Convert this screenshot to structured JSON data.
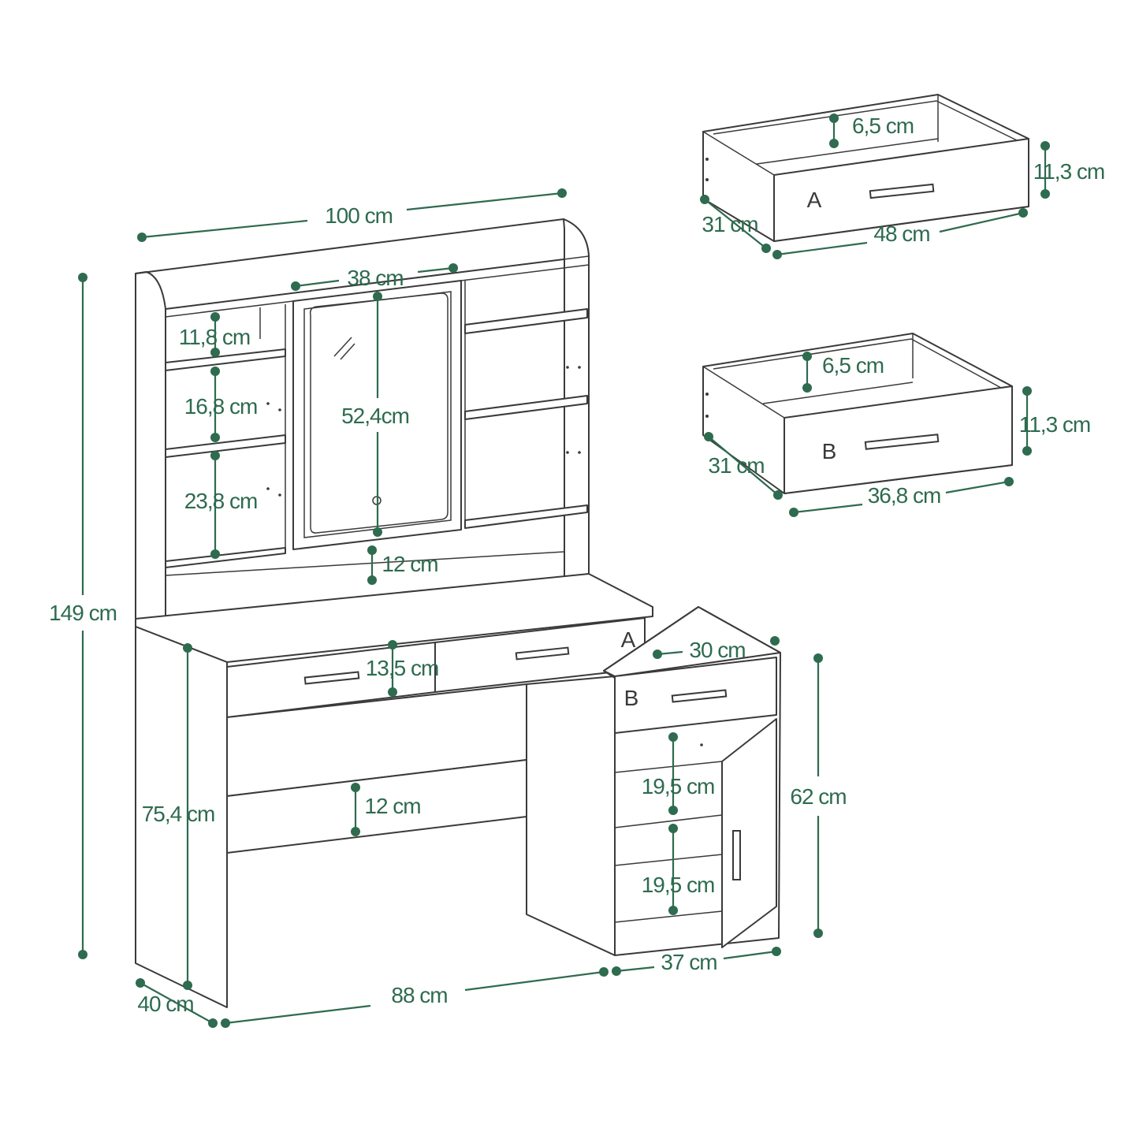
{
  "colors": {
    "dimension": "#2e6b4f",
    "outline": "#3a3a3a",
    "background": "#ffffff"
  },
  "dimensions": {
    "total_width": "100 cm",
    "mirror_width": "38 cm",
    "shelf_1": "11,8 cm",
    "shelf_2": "16,8 cm",
    "shelf_3": "23,8 cm",
    "mirror_height": "52,4cm",
    "hutch_gap": "12 cm",
    "total_height": "149 cm",
    "drawer_front": "13,5 cm",
    "open_shelf": "12 cm",
    "desk_height": "75,4 cm",
    "desk_depth": "40 cm",
    "desk_width": "88 cm",
    "cabinet_depth": "30 cm",
    "cabinet_height": "62 cm",
    "cabinet_shelf_1": "19,5 cm",
    "cabinet_shelf_2": "19,5 cm",
    "cabinet_width": "37 cm"
  },
  "drawer_a": {
    "label": "A",
    "inner_height": "6,5 cm",
    "height": "11,3 cm",
    "depth": "31 cm",
    "width": "48 cm"
  },
  "drawer_b": {
    "label": "B",
    "inner_height": "6,5 cm",
    "height": "11,3 cm",
    "depth": "31 cm",
    "width": "36,8 cm"
  },
  "part_labels": {
    "drawer_a": "A",
    "drawer_b": "B"
  }
}
